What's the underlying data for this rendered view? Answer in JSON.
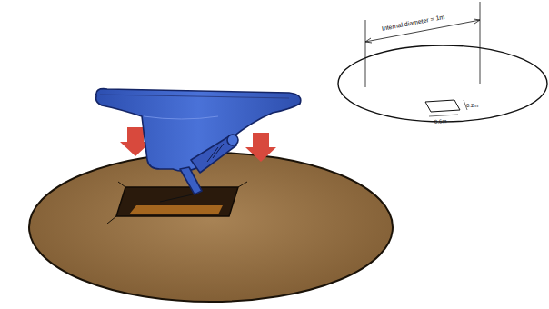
{
  "diagram": {
    "labels": [
      "Internal diameter = 1m",
      "0.6m",
      "0.2m"
    ]
  }
}
